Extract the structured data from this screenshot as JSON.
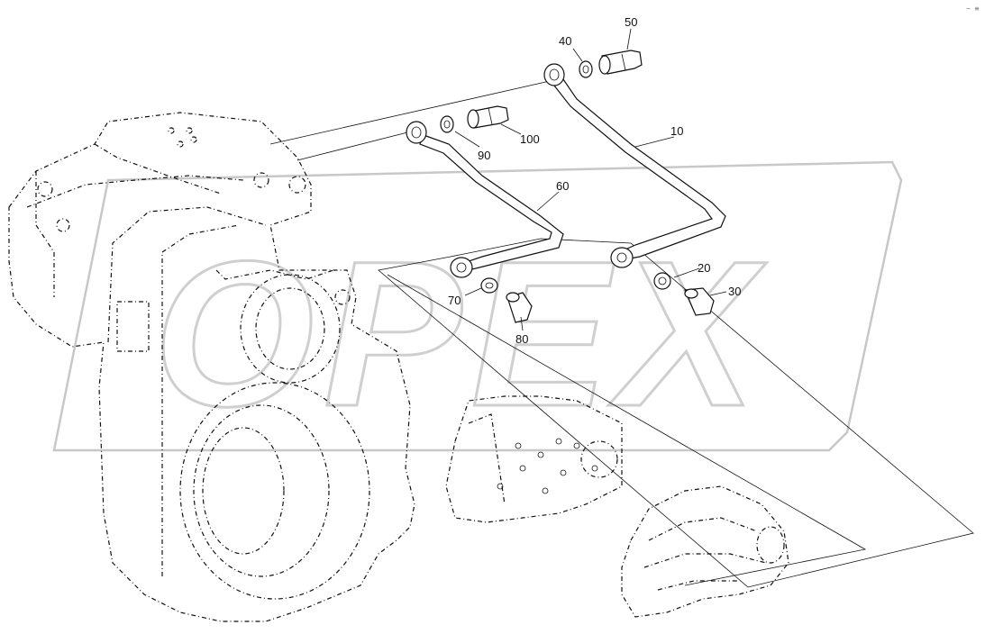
{
  "watermark": {
    "text": "OPEX"
  },
  "corner_mark": "~ ≡",
  "callouts": [
    {
      "id": "c10",
      "text": "10"
    },
    {
      "id": "c20",
      "text": "20"
    },
    {
      "id": "c30",
      "text": "30"
    },
    {
      "id": "c40",
      "text": "40"
    },
    {
      "id": "c50",
      "text": "50"
    },
    {
      "id": "c60",
      "text": "60"
    },
    {
      "id": "c70",
      "text": "70"
    },
    {
      "id": "c80",
      "text": "80"
    },
    {
      "id": "c90",
      "text": "90"
    },
    {
      "id": "c100",
      "text": "100"
    }
  ],
  "parts": [
    {
      "number": "10",
      "name": "oil-pipe-right"
    },
    {
      "number": "20",
      "name": "sealing-ring"
    },
    {
      "number": "30",
      "name": "banjo-bolt"
    },
    {
      "number": "40",
      "name": "sealing-ring"
    },
    {
      "number": "50",
      "name": "banjo-bolt"
    },
    {
      "number": "60",
      "name": "oil-pipe-left"
    },
    {
      "number": "70",
      "name": "sealing-ring"
    },
    {
      "number": "80",
      "name": "banjo-bolt"
    },
    {
      "number": "90",
      "name": "sealing-ring"
    },
    {
      "number": "100",
      "name": "banjo-bolt"
    }
  ]
}
